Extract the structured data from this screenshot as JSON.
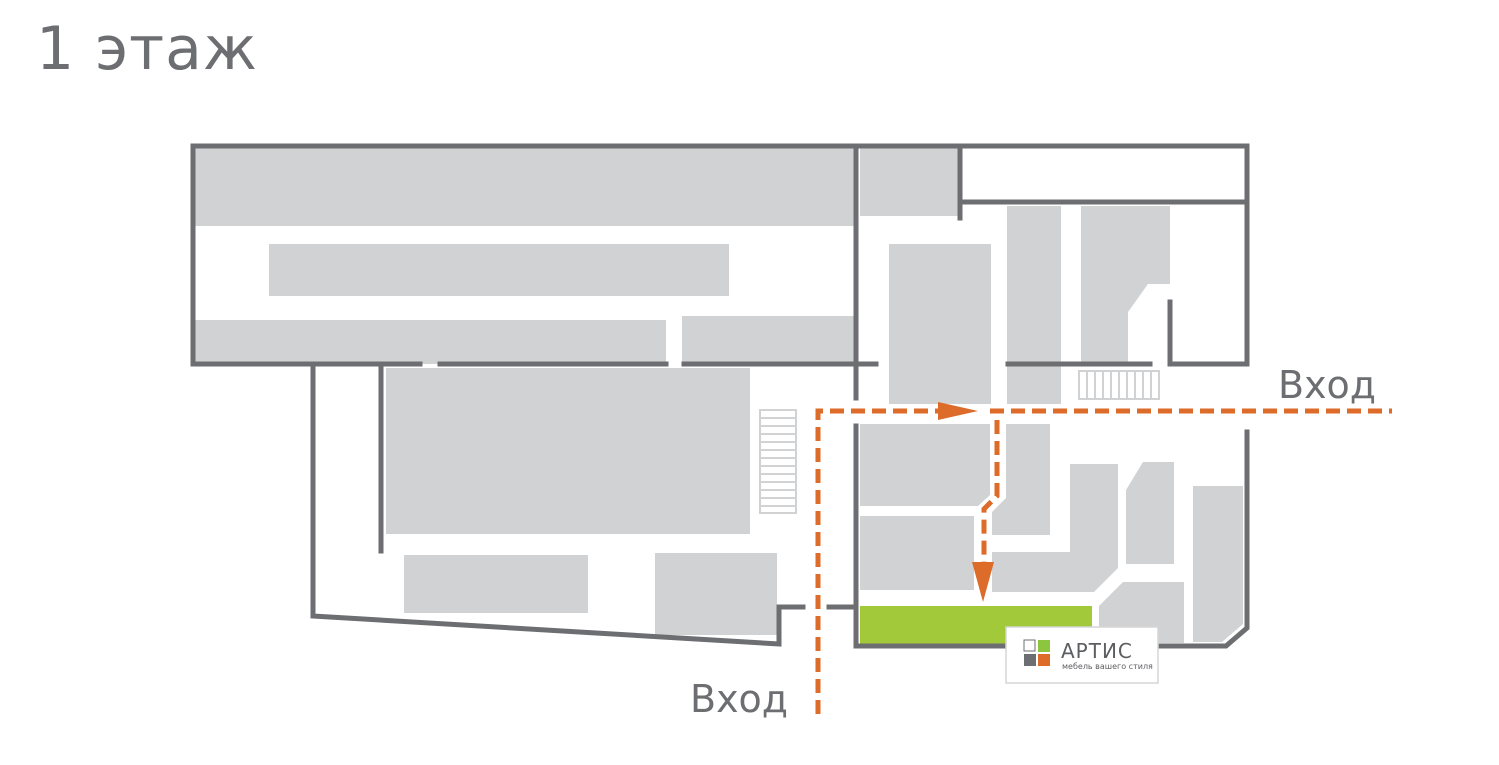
{
  "floor_title": "1 этаж",
  "entrances": [
    {
      "label": "Вход"
    },
    {
      "label": "Вход"
    }
  ],
  "store": {
    "name": "АРТИС",
    "tagline": "мебель вашего стиля"
  },
  "colors": {
    "block": "#d1d2d4",
    "wall": "#6d6e71",
    "route": "#dd6b29",
    "store_highlight": "#a2c93a",
    "logo_gray": "#6d6e71",
    "logo_green": "#8cc63f",
    "logo_orange": "#dd6b29"
  },
  "icons": [
    "route-arrow-icon",
    "store-logo-icon"
  ]
}
